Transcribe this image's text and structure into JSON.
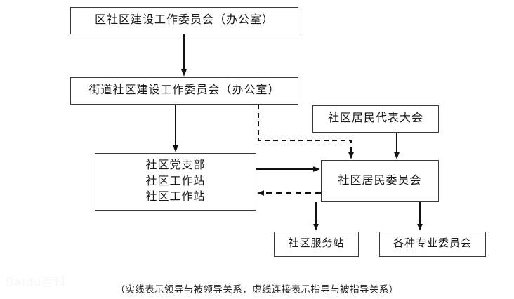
{
  "diagram": {
    "type": "org-flowchart",
    "title_caption": "（实线表示领导与被领导关系，虚线连接表示指导与被指导关系）",
    "colors": {
      "box_border": "#3a3a3a",
      "line": "#111111",
      "background": "#ffffff",
      "text": "#1a1a1a"
    },
    "nodes": [
      {
        "id": "district",
        "lines": [
          "区社区建设工作委员会（办公室）"
        ]
      },
      {
        "id": "street",
        "lines": [
          "街道社区建设工作委员会（办公室）"
        ]
      },
      {
        "id": "assembly",
        "lines": [
          "社区居民代表大会"
        ]
      },
      {
        "id": "party",
        "lines": [
          "社区党支部",
          "社区工作站",
          "社区工作站"
        ]
      },
      {
        "id": "residents",
        "lines": [
          "社区居民委员会"
        ]
      },
      {
        "id": "service",
        "lines": [
          "社区服务站"
        ]
      },
      {
        "id": "committees",
        "lines": [
          "各种专业委员会"
        ]
      }
    ],
    "edges": [
      {
        "from": "district",
        "to": "residents_chain",
        "style": "solid",
        "label": ""
      },
      {
        "from": "district",
        "to": "street",
        "style": "solid",
        "label": ""
      },
      {
        "from": "street",
        "to": "party",
        "style": "solid",
        "label": ""
      },
      {
        "from": "street",
        "to": "residents",
        "style": "dashed",
        "label": ""
      },
      {
        "from": "assembly",
        "to": "residents",
        "style": "solid",
        "label": ""
      },
      {
        "from": "party",
        "to": "residents",
        "style": "solid",
        "label": ""
      },
      {
        "from": "residents",
        "to": "party",
        "style": "dashed",
        "label": ""
      },
      {
        "from": "residents",
        "to": "service",
        "style": "solid",
        "label": ""
      },
      {
        "from": "residents",
        "to": "committees",
        "style": "solid",
        "label": ""
      }
    ],
    "legend": {
      "solid_meaning": "实线表示领导与被领导关系",
      "dashed_meaning": "虚线连接表示指导与被指导关系"
    }
  },
  "watermark": {
    "text": "Baidu百科"
  }
}
